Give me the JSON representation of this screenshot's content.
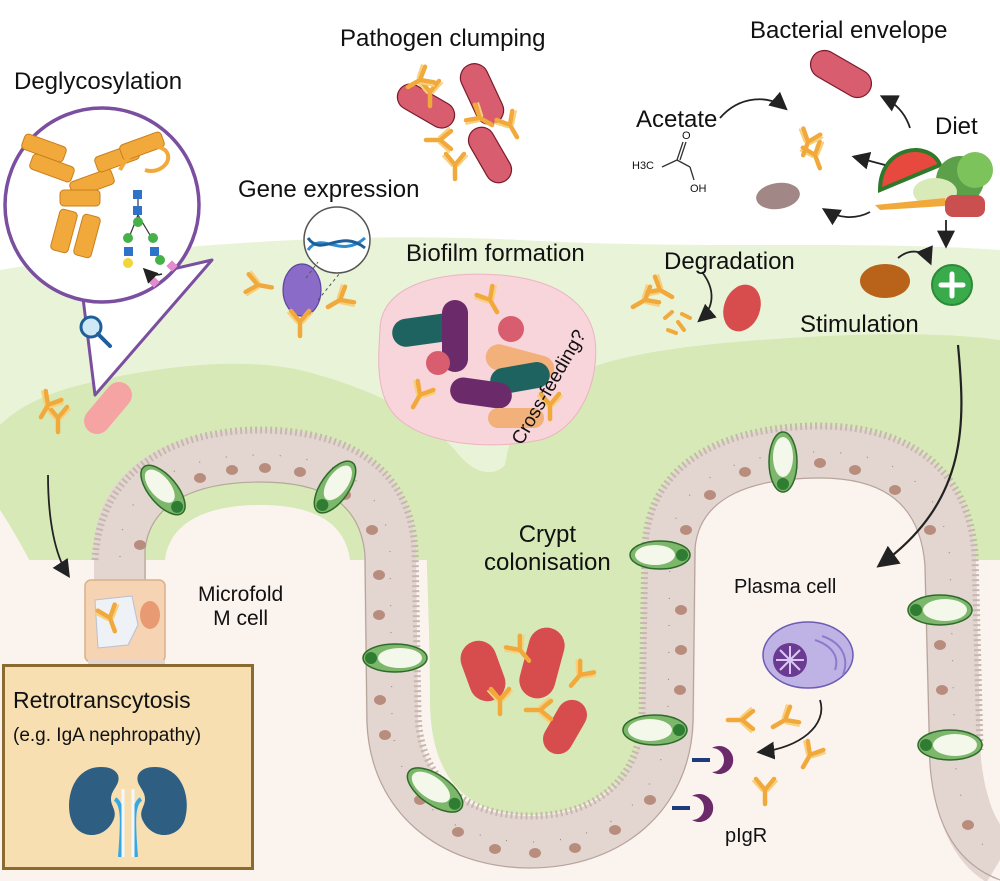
{
  "labels": {
    "deglycosylation": "Deglycosylation",
    "pathogen_clumping": "Pathogen clumping",
    "bacterial_envelope": "Bacterial envelope",
    "acetate": "Acetate",
    "diet": "Diet",
    "gene_expression": "Gene expression",
    "biofilm_formation": "Biofilm formation",
    "degradation": "Degradation",
    "stimulation": "Stimulation",
    "cross_feeding": "Cross-feeding?",
    "crypt_colonisation": "Crypt\ncolonisation",
    "microfold_m_cell": "Microfold\nM cell",
    "plasma_cell": "Plasma cell",
    "pigr": "pIgR",
    "retrotranscytosis": "Retrotranscytosis",
    "iga_nephropathy": "(e.g. IgA nephropathy)"
  },
  "molecule": {
    "h3c": "H3C",
    "o": "O",
    "oh": "OH"
  },
  "icons": [
    "magnifier-icon",
    "dna-helix-icon",
    "plus-icon",
    "kidney-icon",
    "antibody-icon",
    "bacterium-icon",
    "food-icon"
  ],
  "colors": {
    "lumen_green": "#d6e9b6",
    "tissue_pink": "#fbf3ee",
    "epithelium": "#e3d6d0",
    "nucleus": "#b98d7e",
    "goblet": "#7cb76b",
    "antibody": "#f2a93b",
    "pathogen": "#d85d6e",
    "plus_green": "#3aab4a",
    "plasma_cell": "#a896d9",
    "pigr": "#6b2a6a",
    "box": "#f7dfb2",
    "box_border": "#8a6a2e",
    "glyco_circle": "#7b4fa0"
  }
}
